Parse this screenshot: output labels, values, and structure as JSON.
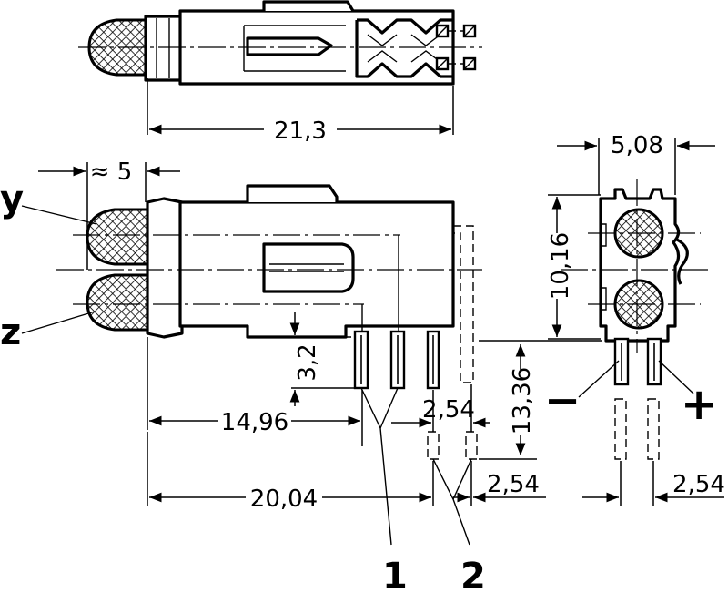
{
  "dimensions": {
    "overall_length": "21,3",
    "lens_offset": "≈ 5",
    "width": "5,08",
    "height": "10,16",
    "pin_offset": "3,2",
    "pin_1_distance": "14,96",
    "pin_pitch": "2,54",
    "pin_2_distance": "20,04",
    "pin_2_height": "13,36",
    "pin_pitch_lower": "2,54",
    "side_pin_pitch": "2,54"
  },
  "labels": {
    "led_y": "y",
    "led_z": "z",
    "pin_1": "1",
    "pin_2": "2",
    "minus": "−",
    "plus": "+"
  }
}
